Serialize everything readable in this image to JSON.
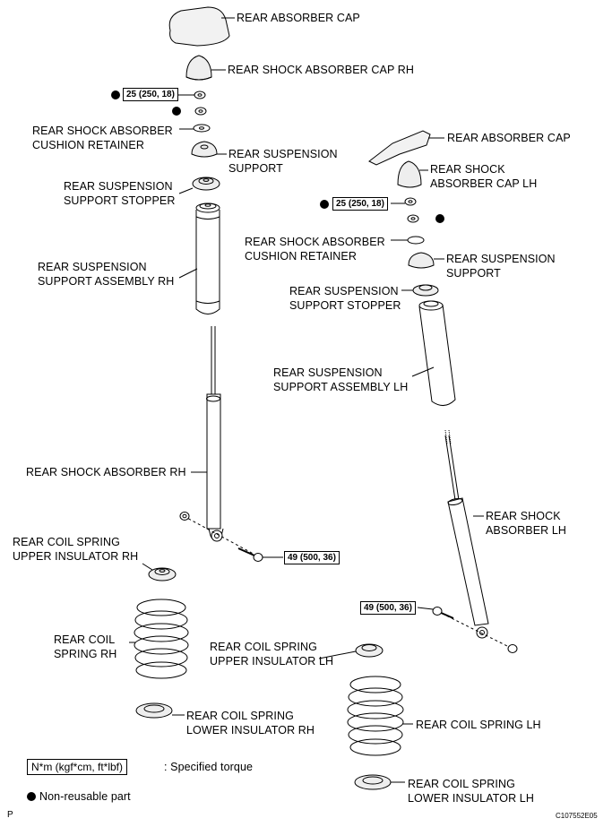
{
  "rh": {
    "absorber_cap": "REAR ABSORBER CAP",
    "shock_cap": "REAR SHOCK ABSORBER CAP RH",
    "torque_top": "25 (250, 18)",
    "cushion_retainer": "REAR SHOCK ABSORBER\nCUSHION RETAINER",
    "suspension_support": "REAR SUSPENSION\nSUPPORT",
    "support_stopper": "REAR SUSPENSION\nSUPPORT STOPPER",
    "support_assembly": "REAR SUSPENSION\nSUPPORT ASSEMBLY RH",
    "shock_absorber": "REAR SHOCK ABSORBER RH",
    "upper_insulator": "REAR COIL SPRING\nUPPER INSULATOR RH",
    "torque_bottom": "49 (500, 36)",
    "coil_spring": "REAR COIL\nSPRING RH",
    "lower_insulator": "REAR COIL SPRING\nLOWER INSULATOR RH"
  },
  "lh": {
    "absorber_cap": "REAR ABSORBER CAP",
    "shock_cap": "REAR SHOCK\nABSORBER CAP LH",
    "torque_top": "25 (250, 18)",
    "cushion_retainer": "REAR SHOCK ABSORBER\nCUSHION RETAINER",
    "suspension_support": "REAR SUSPENSION\nSUPPORT",
    "support_stopper": "REAR SUSPENSION\nSUPPORT STOPPER",
    "support_assembly": "REAR SUSPENSION\nSUPPORT ASSEMBLY LH",
    "shock_absorber": "REAR SHOCK\nABSORBER LH",
    "torque_bottom": "49 (500, 36)",
    "upper_insulator": "REAR COIL SPRING\nUPPER INSULATOR LH",
    "coil_spring": "REAR COIL SPRING LH",
    "lower_insulator": "REAR COIL SPRING\nLOWER INSULATOR LH"
  },
  "legend": {
    "torque_unit": "N*m (kgf*cm, ft*lbf)",
    "torque_desc": ": Specified torque",
    "nonreusable": "Non-reusable part"
  },
  "footer": {
    "page_mark": "P",
    "figure_code": "C107552E05"
  }
}
